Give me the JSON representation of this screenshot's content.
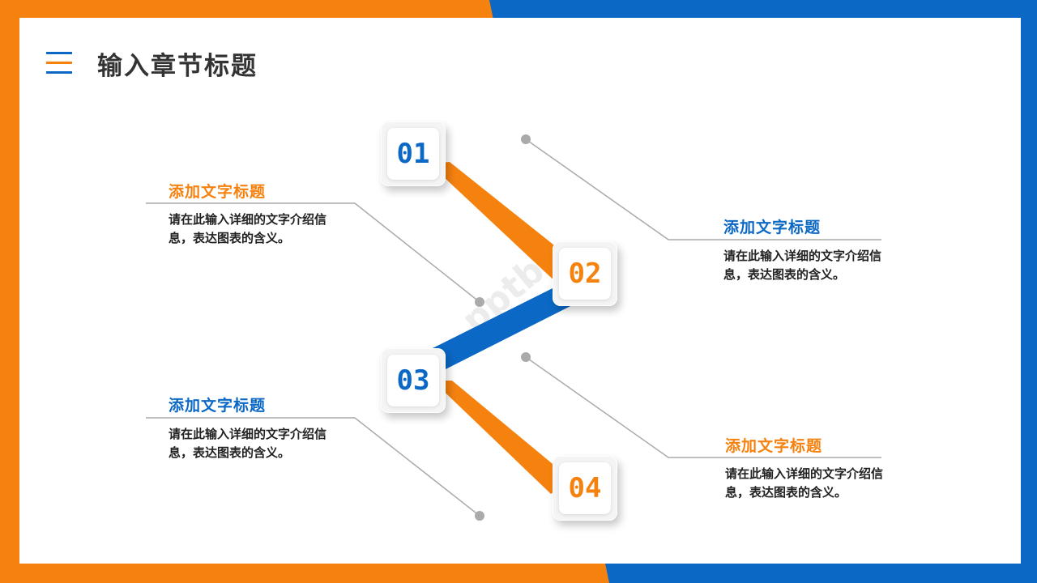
{
  "header": {
    "title": "输入章节标题"
  },
  "colors": {
    "orange": "#f5820f",
    "blue": "#0b68c4",
    "gray": "#aaaaaa"
  },
  "watermark": "pptba",
  "nodes": [
    {
      "number": "01",
      "color": "#0b68c4"
    },
    {
      "number": "02",
      "color": "#f5820f"
    },
    {
      "number": "03",
      "color": "#0b68c4"
    },
    {
      "number": "04",
      "color": "#f5820f"
    }
  ],
  "items": [
    {
      "title": "添加文字标题",
      "title_color": "#f5820f",
      "desc": "请在此输入详细的文字介绍信息，表达图表的含义。"
    },
    {
      "title": "添加文字标题",
      "title_color": "#0b68c4",
      "desc": "请在此输入详细的文字介绍信息，表达图表的含义。"
    },
    {
      "title": "添加文字标题",
      "title_color": "#0b68c4",
      "desc": "请在此输入详细的文字介绍信息，表达图表的含义。"
    },
    {
      "title": "添加文字标题",
      "title_color": "#f5820f",
      "desc": "请在此输入详细的文字介绍信息，表达图表的含义。"
    }
  ]
}
